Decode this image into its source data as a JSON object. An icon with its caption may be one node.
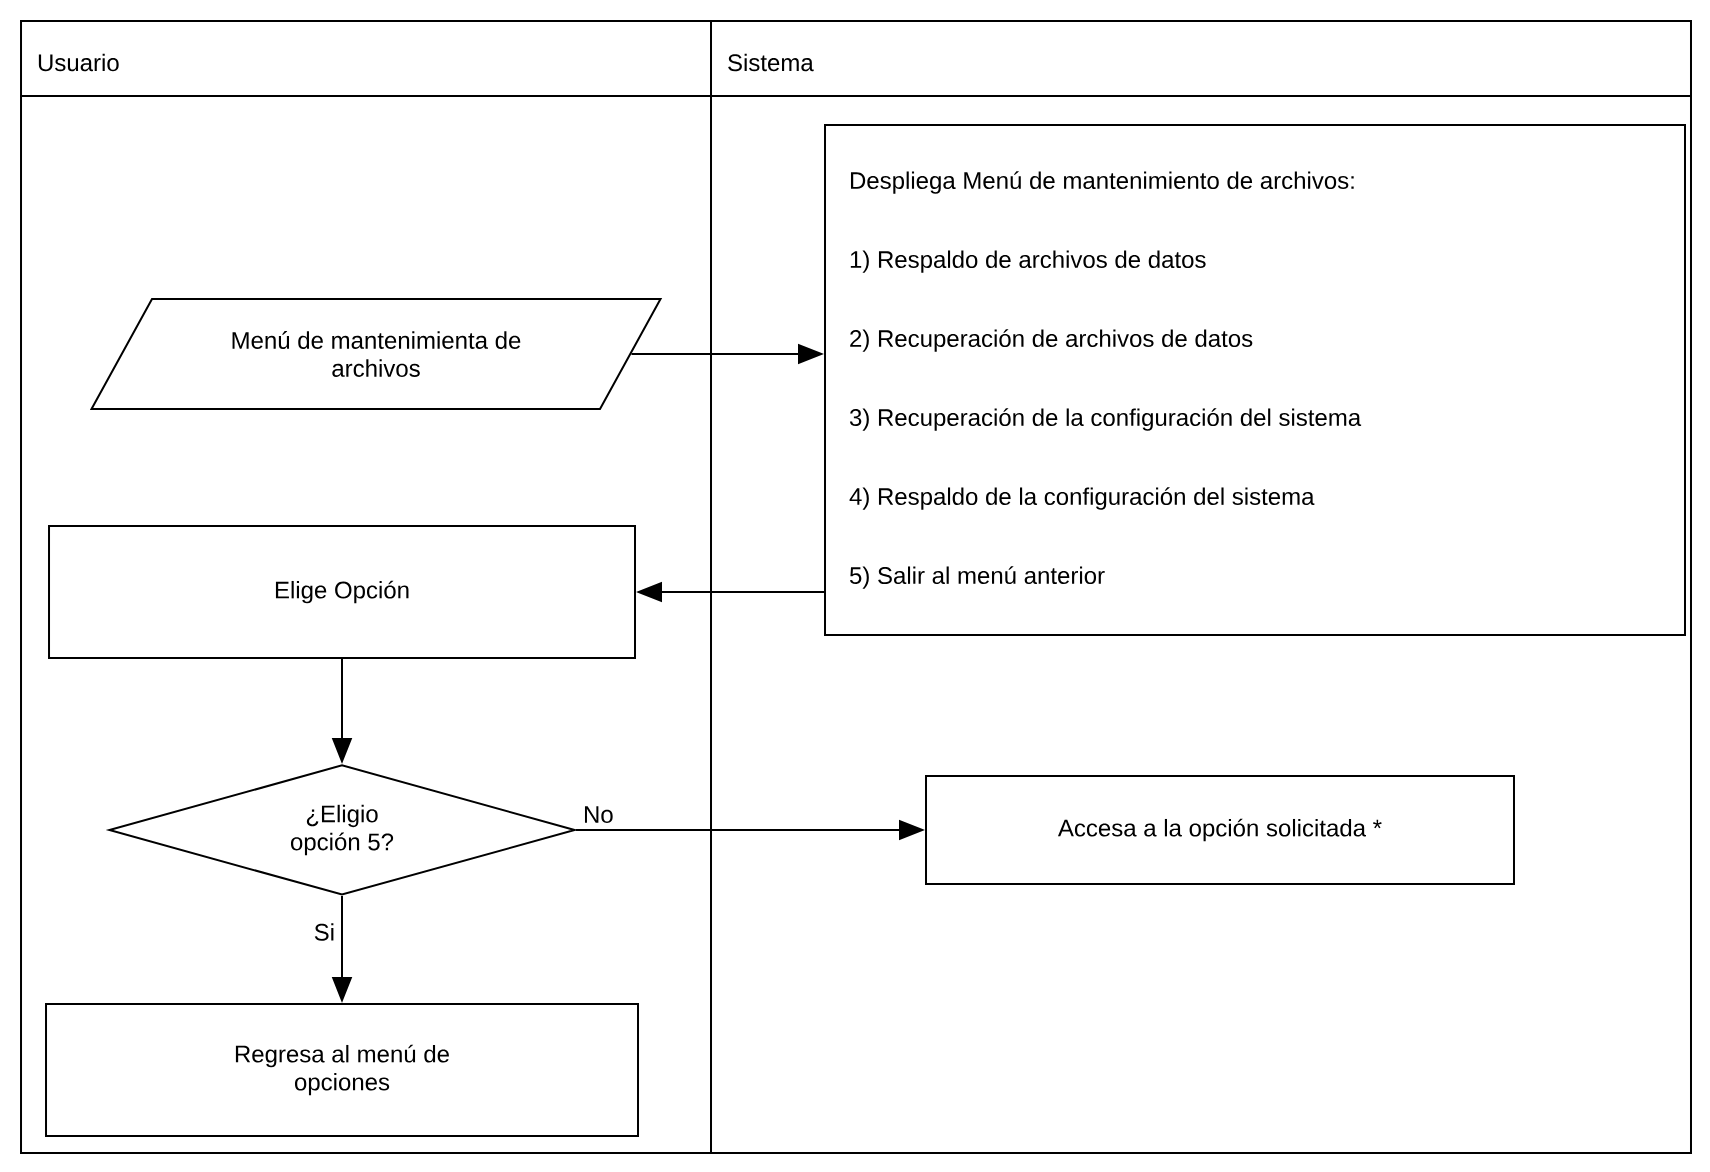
{
  "diagram": {
    "nodes": [
      {
        "text": [
          "Usuario"
        ]
      },
      {
        "text": [
          "Sistema"
        ]
      },
      {
        "text": [
          "Menú de mantenimienta de archivos"
        ],
        "in": 0
      },
      {
        "text": [
          "Despliega Menú de  mantenimiento de archivos:",
          "1) Respaldo de archivos de datos",
          "2) Recuperación de archivos de datos",
          "3) Recuperación de la configuración del sistema",
          "4) Respaldo  de la configuración del sistema",
          "5) Salir al menú anterior"
        ],
        "in": 1
      },
      {
        "text": [
          "Elige Opción"
        ],
        "in": 0
      },
      {
        "text": [
          "¿Eligio opción 5?"
        ],
        "in": 0
      },
      {
        "text": [
          "Accesa a la opción solicitada *"
        ],
        "in": 1
      },
      {
        "text": [
          "Regresa al menú de opciones"
        ],
        "in": 0
      }
    ],
    "edges": [
      {
        "from": 2,
        "to": 3,
        "arrow": "to"
      },
      {
        "from": 3,
        "to": 4,
        "arrow": "to"
      },
      {
        "from": 4,
        "to": 5,
        "arrow": "to"
      },
      {
        "from": 5,
        "to": 6,
        "arrow": "to",
        "label": "No"
      },
      {
        "from": 5,
        "to": 7,
        "arrow": "to",
        "label": "Si"
      }
    ]
  }
}
